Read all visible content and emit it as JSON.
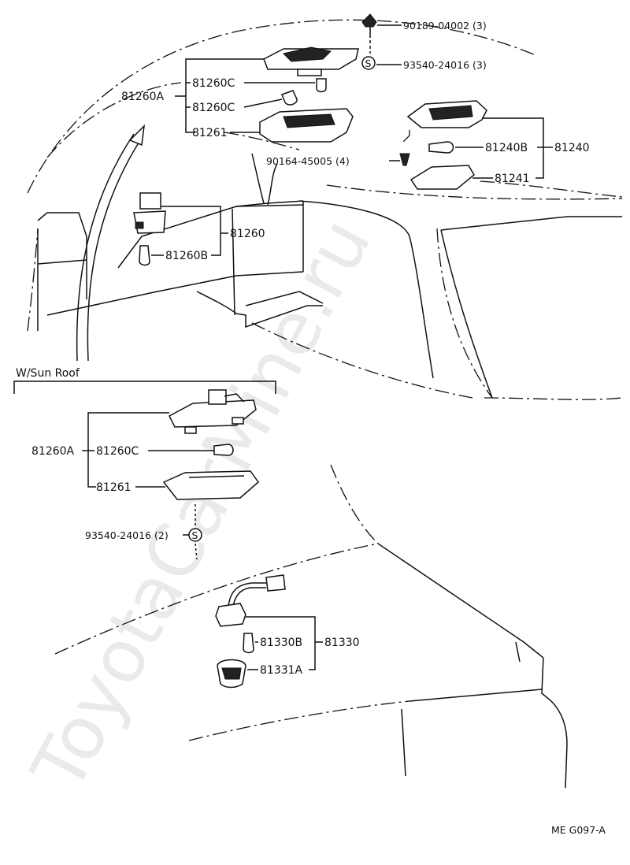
{
  "watermark": "ToyotaCarMine.ru",
  "figure_code": "ME G097-A",
  "section_label": "W/Sun Roof",
  "labels": {
    "p90189": "90189-04002 (3)",
    "p93540_3": "93540-24016 (3)",
    "p81260A": "81260A",
    "p81260C_1": "81260C",
    "p81260C_2": "81260C",
    "p81261": "81261",
    "p90164": "90164-45005 (4)",
    "p81240B": "81240B",
    "p81240": "81240",
    "p81241": "81241",
    "p81260": "81260",
    "p81260B": "81260B",
    "sr81260A": "81260A",
    "sr81260C": "81260C",
    "sr81261": "81261",
    "sr93540_2": "93540-24016 (2)",
    "p81330B": "81330B",
    "p81330": "81330",
    "p81331A": "81331A"
  },
  "symbols": {
    "s_mark": "S"
  }
}
